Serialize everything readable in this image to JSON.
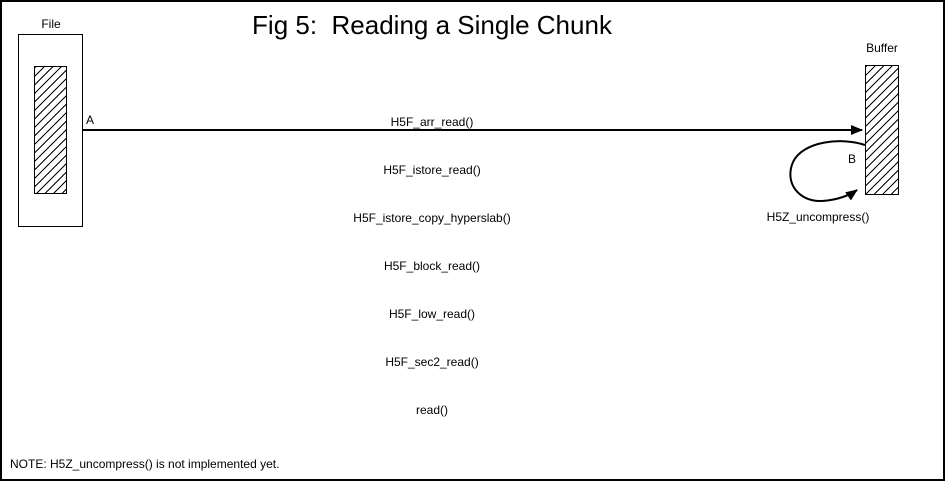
{
  "title": "Fig 5:  Reading a Single Chunk",
  "file": {
    "label": "File"
  },
  "buffer": {
    "label": "Buffer"
  },
  "arrow_a": {
    "label": "A"
  },
  "arrow_b": {
    "label": "B",
    "caption": "H5Z_uncompress()"
  },
  "call_stack": [
    "H5F_arr_read()",
    "H5F_istore_read()",
    "H5F_istore_copy_hyperslab()",
    "H5F_block_read()",
    "H5F_low_read()",
    "H5F_sec2_read()",
    "read()"
  ],
  "note": "NOTE: H5Z_uncompress() is not implemented yet.",
  "colors": {
    "ink": "#000000",
    "paper": "#ffffff"
  }
}
